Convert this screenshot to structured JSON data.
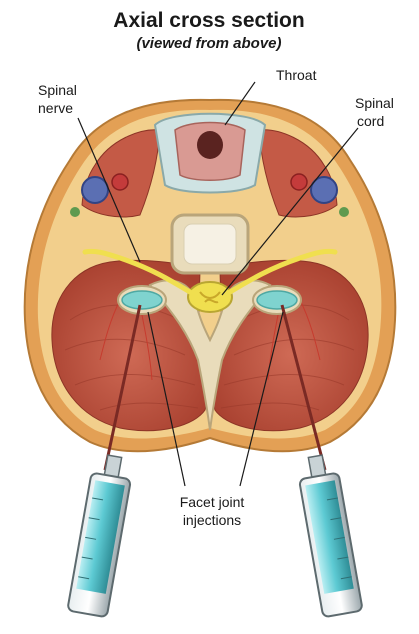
{
  "title": "Axial cross section",
  "subtitle": "(viewed from above)",
  "labels": {
    "spinal_nerve": [
      "Spinal",
      "nerve"
    ],
    "throat": "Throat",
    "spinal_cord": [
      "Spinal",
      "cord"
    ],
    "facet_joint_injections": [
      "Facet joint",
      "injections"
    ]
  },
  "colors": {
    "skin": "#e3a055",
    "muscle": "#b84d3e",
    "muscle_light": "#cf6a55",
    "fat": "#f2cf8c",
    "bone": "#e9dcbb",
    "nerve": "#f0df4f",
    "facet_cartilage": "#7fd3cf",
    "syringe_fluid": "#5dcad3",
    "throat_pink": "#d99a93"
  }
}
